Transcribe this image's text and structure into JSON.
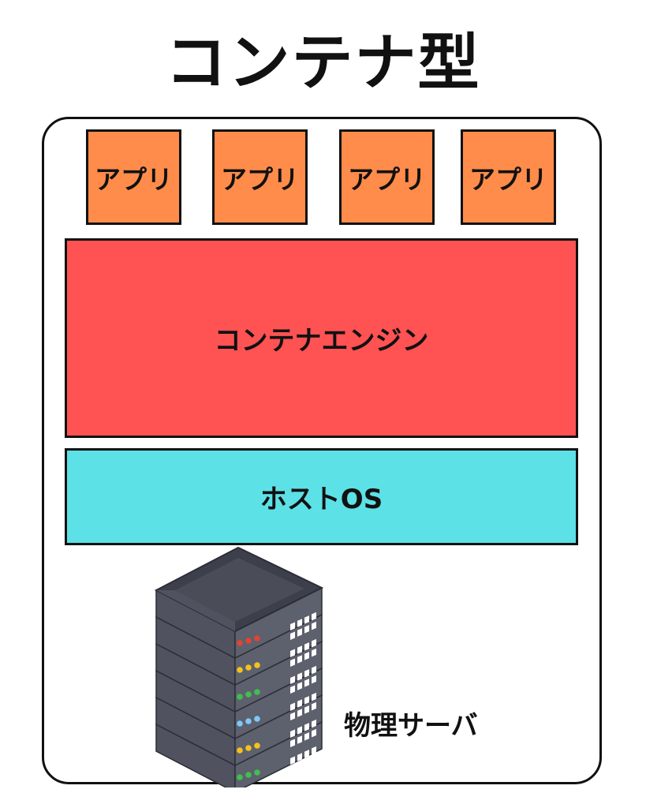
{
  "title": "コンテナ型",
  "apps": [
    {
      "label": "アプリ"
    },
    {
      "label": "アプリ"
    },
    {
      "label": "アプリ"
    },
    {
      "label": "アプリ"
    }
  ],
  "engine": {
    "label": "コンテナエンジン"
  },
  "host_os": {
    "label": "ホストOS"
  },
  "server": {
    "label": "物理サーバ",
    "icon": "server-rack-icon"
  },
  "colors": {
    "app": "#ff8c4a",
    "engine": "#ff5252",
    "host_os": "#5ce1e6",
    "server_body": "#50525f",
    "server_top": "#3d3f4a",
    "led_red": "#e04434",
    "led_yellow": "#f3c21b",
    "led_green": "#3fbf4f",
    "led_blue": "#7fc8f8"
  }
}
